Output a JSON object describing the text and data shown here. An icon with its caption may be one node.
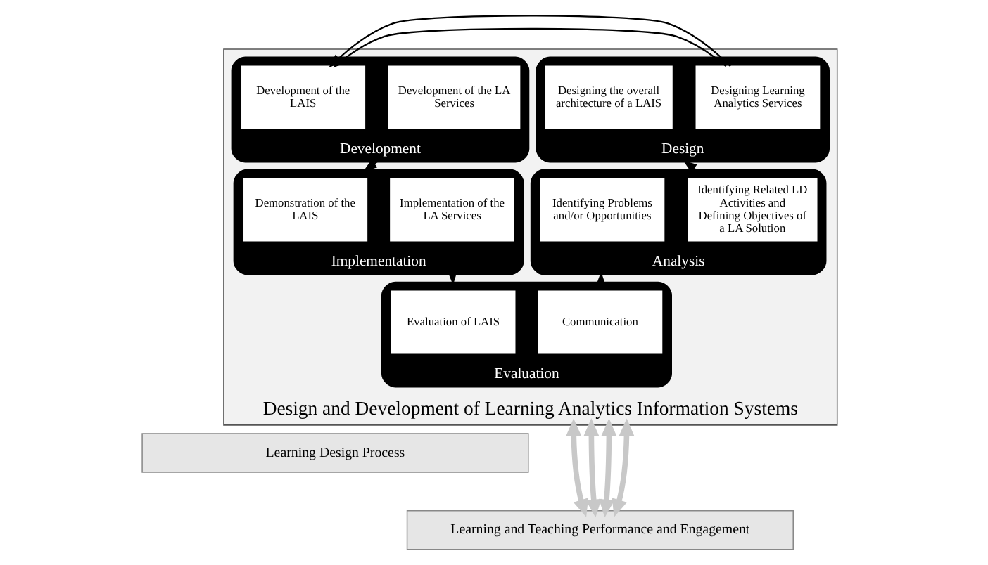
{
  "diagram": {
    "nodes": [
      {
        "text": [
          "Design and Development of Learning Analytics Information Systems"
        ]
      },
      {
        "text": [
          "Design"
        ],
        "in": 0
      },
      {
        "text": [
          "Designing the overall architecture of a LAIS"
        ],
        "in": 1
      },
      {
        "text": [
          "Designing Learning Analytics Services"
        ],
        "in": 1
      },
      {
        "text": [
          "Development"
        ],
        "in": 0
      },
      {
        "text": [
          "Development of the LAIS"
        ],
        "in": 4
      },
      {
        "text": [
          "Development of the LA Services"
        ],
        "in": 4
      },
      {
        "text": [
          "Analysis"
        ],
        "in": 0
      },
      {
        "text": [
          "Identifying Problems and/or Opportunities"
        ],
        "in": 7
      },
      {
        "text": [
          "Identifying Related LD Activities and Defining Objectives of a LA Solution"
        ],
        "in": 7
      },
      {
        "text": [
          "Implementation"
        ],
        "in": 0
      },
      {
        "text": [
          "Demonstration of the LAIS"
        ],
        "in": 10
      },
      {
        "text": [
          "Implementation of the LA Services"
        ],
        "in": 10
      },
      {
        "text": [
          "Evaluation"
        ],
        "in": 0
      },
      {
        "text": [
          "Evaluation of LAIS"
        ],
        "in": 13
      },
      {
        "text": [
          "Communication"
        ],
        "in": 13
      },
      {
        "text": [
          "Learning Design Process"
        ]
      },
      {
        "text": [
          "Learning and Teaching Performance and Engagement"
        ]
      }
    ],
    "edges": [
      {
        "from": 7,
        "to": 1,
        "arrow": "to"
      },
      {
        "from": 1,
        "to": 4,
        "arrow": "to"
      },
      {
        "from": 4,
        "to": 10,
        "arrow": "to"
      },
      {
        "from": 10,
        "to": 13,
        "arrow": "to"
      },
      {
        "from": 13,
        "to": 7,
        "arrow": "to"
      },
      {
        "from": 0,
        "to": 17,
        "arrow": "both",
        "style": "thick",
        "color": "#c8c8c8"
      },
      {
        "from": 0,
        "to": 17,
        "arrow": "both",
        "style": "thick",
        "color": "#c8c8c8"
      },
      {
        "from": 0,
        "to": 17,
        "arrow": "both",
        "style": "thick",
        "color": "#c8c8c8"
      },
      {
        "from": 0,
        "to": 17,
        "arrow": "both",
        "style": "thick",
        "color": "#c8c8c8"
      }
    ]
  }
}
